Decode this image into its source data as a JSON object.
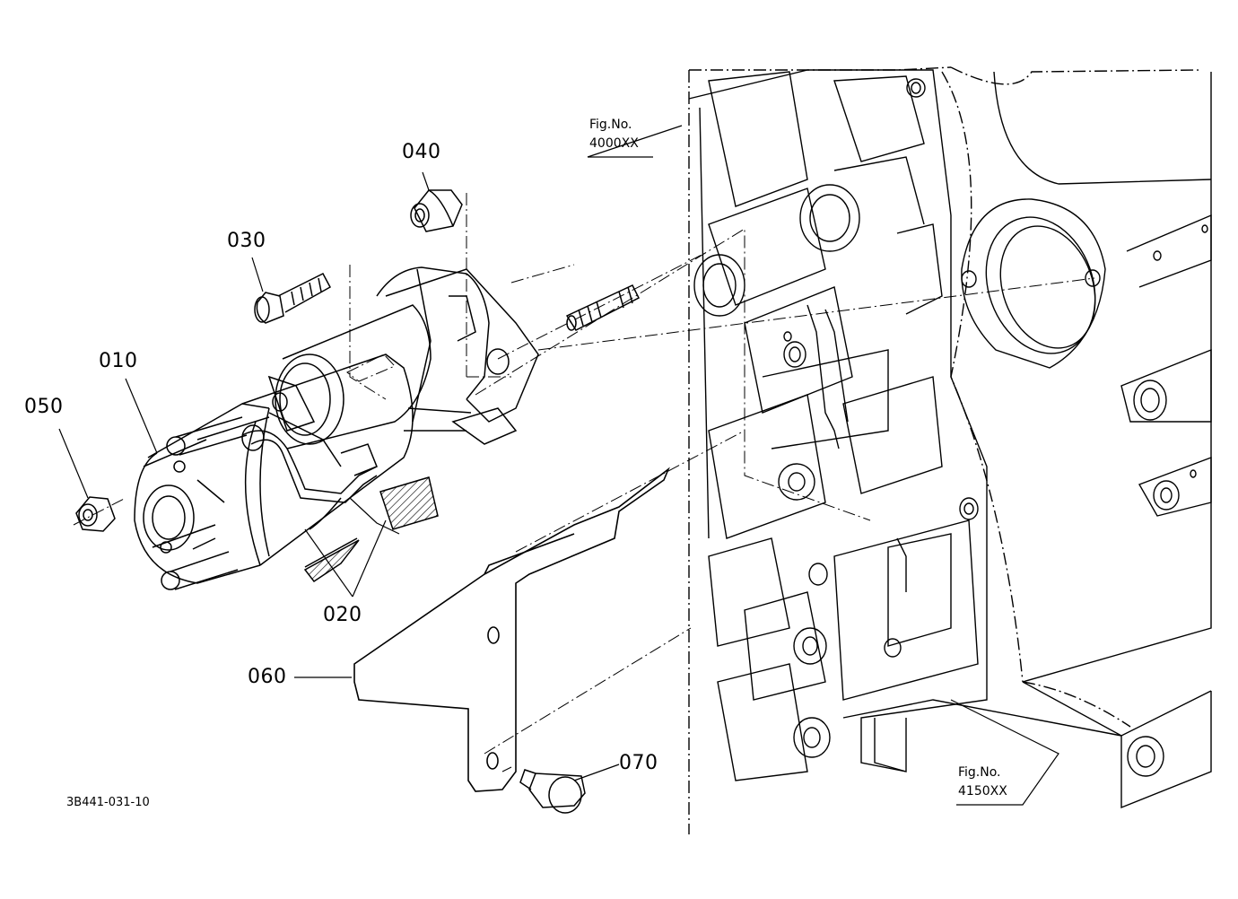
{
  "diagram": {
    "callouts": {
      "p010": "010",
      "p020": "020",
      "p030": "030",
      "p040": "040",
      "p050": "050",
      "p060": "060",
      "p070": "070"
    },
    "fig_refs": {
      "top": {
        "line1": "Fig.No.",
        "line2": "4000XX"
      },
      "bottom": {
        "line1": "Fig.No.",
        "line2": "4150XX"
      }
    },
    "drawing_code": "3B441-031-10"
  }
}
